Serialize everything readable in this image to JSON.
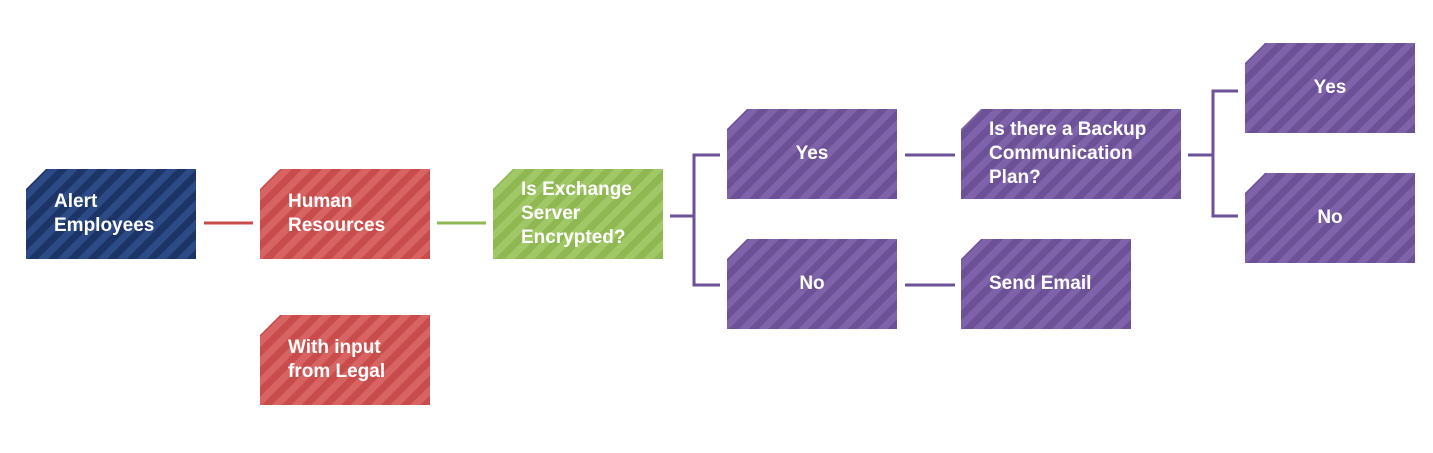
{
  "diagram": {
    "colors": {
      "navy": "#1d3566",
      "red": "#c94c4c",
      "green": "#8fb752",
      "purple": "#6c5197"
    },
    "nodes": {
      "alert_employees": "Alert\nEmployees",
      "human_resources": "Human\nResources",
      "with_input_legal": "With input\nfrom Legal",
      "exchange_encrypted": "Is Exchange\nServer\nEncrypted?",
      "yes_1": "Yes",
      "no_1": "No",
      "backup_plan": "Is there a Backup\nCommunication\nPlan?",
      "send_email": "Send Email",
      "yes_2": "Yes",
      "no_2": "No"
    }
  }
}
